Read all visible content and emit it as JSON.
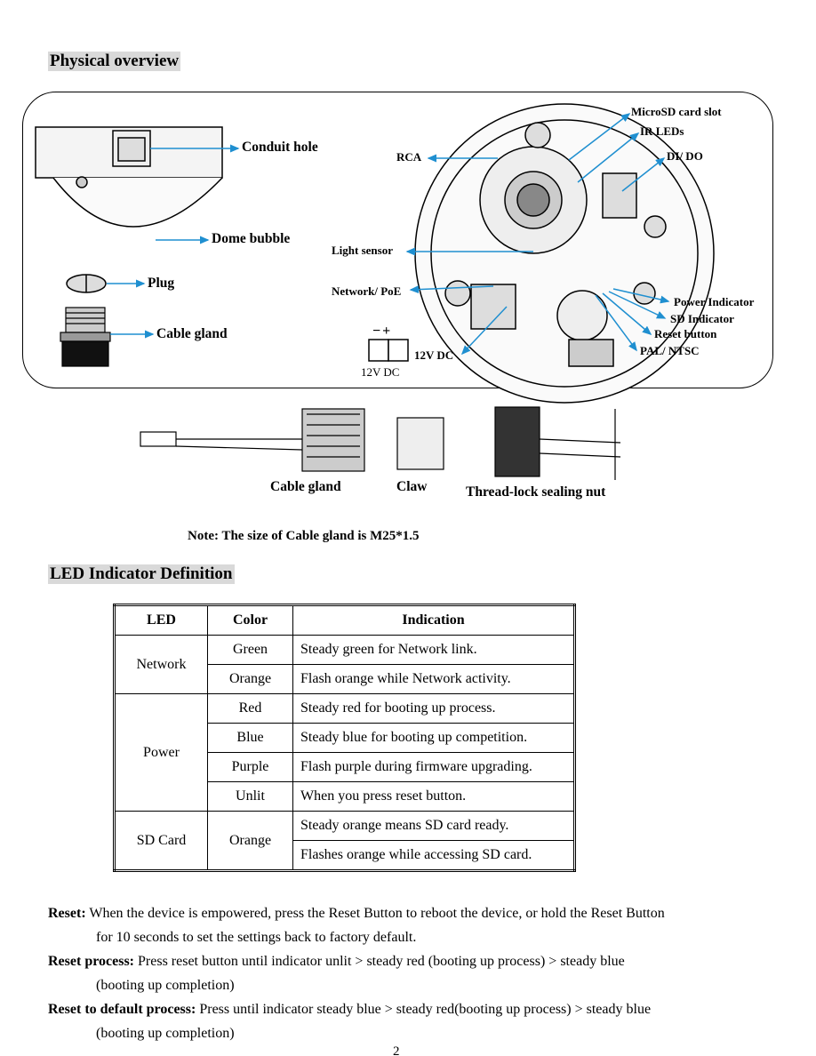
{
  "headings": {
    "physical": "Physical overview",
    "led": "LED Indicator Definition"
  },
  "diagram_labels": {
    "conduit_hole": "Conduit hole",
    "dome_bubble": "Dome bubble",
    "plug": "Plug",
    "cable_gland": "Cable gland",
    "microsd": "MicroSD card slot",
    "ir_leds": "IR LEDs",
    "di_do": "DI/ DO",
    "rca": "RCA",
    "light_sensor": "Light sensor",
    "network_poe": "Network/ PoE",
    "power_indicator": "Power Indicator",
    "sd_indicator": "SD Indicator",
    "reset_button": "Reset button",
    "pal_ntsc": "PAL/ NTSC",
    "dc_12v": "12V DC",
    "dc_12v_small": "12V DC",
    "terminal_signs": "−+"
  },
  "cable_labels": {
    "cable_gland": "Cable gland",
    "claw": "Claw",
    "nut": "Thread-lock sealing nut"
  },
  "note": "Note: The size of Cable gland is M25*1.5",
  "table": {
    "headers": [
      "LED",
      "Color",
      "Indication"
    ],
    "groups": [
      {
        "led": "Network",
        "rows": [
          {
            "color": "Green",
            "indication": "Steady green for Network link."
          },
          {
            "color": "Orange",
            "indication": "Flash orange while Network activity."
          }
        ]
      },
      {
        "led": "Power",
        "rows": [
          {
            "color": "Red",
            "indication": "Steady red for booting up process."
          },
          {
            "color": "Blue",
            "indication": "Steady blue for booting up competition."
          },
          {
            "color": "Purple",
            "indication": "Flash purple during firmware upgrading."
          },
          {
            "color": "Unlit",
            "indication": "When you press reset button."
          }
        ]
      },
      {
        "led": "SD Card",
        "color": "Orange",
        "rows": [
          {
            "indication": "Steady orange means SD card ready."
          },
          {
            "indication": "Flashes orange while accessing SD card."
          }
        ]
      }
    ]
  },
  "paragraphs": {
    "reset_label": "Reset:",
    "reset_line1": " When the device is empowered, press the Reset Button to reboot the device, or hold the Reset Button",
    "reset_line2": "for 10 seconds to set the settings back to factory default.",
    "process_label": "Reset process:",
    "process_line1": " Press reset button until indicator unlit > steady red (booting up process) > steady blue",
    "process_line2": "(booting up completion)",
    "default_label": "Reset to default process:",
    "default_line1": " Press until indicator steady blue > steady red(booting up process) > steady blue",
    "default_line2": "(booting up completion)"
  },
  "page_number": "2"
}
